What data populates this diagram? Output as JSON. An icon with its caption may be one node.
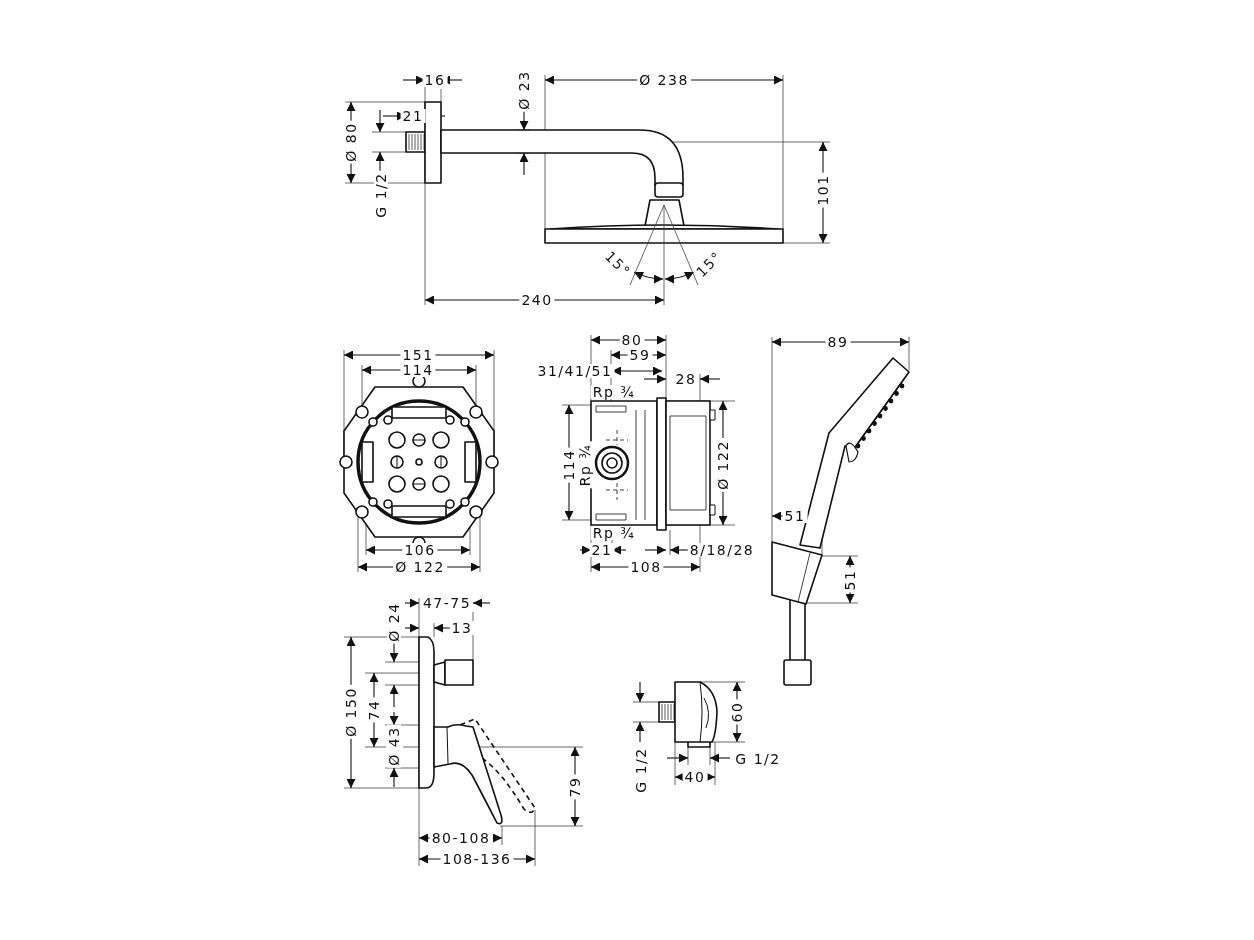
{
  "diagram": {
    "labels": [
      "16",
      "Ø 23",
      "Ø 238",
      "21",
      "Ø 80",
      "101",
      "G 1/2",
      "15°",
      "15°",
      "240",
      "80",
      "151",
      "89",
      "59",
      "114",
      "31/41/51",
      "28",
      "Rp ¾",
      "114",
      "Rp ¾",
      "Ø 122",
      "51",
      "Rp ¾",
      "106",
      "21",
      "8/18/28",
      "Ø 122",
      "108",
      "51",
      "47-75",
      "Ø 24",
      "13",
      "Ø 150",
      "74",
      "60",
      "Ø 43",
      "G 1/2",
      "G 1/2",
      "40",
      "79",
      "80-108",
      "108-136"
    ]
  }
}
